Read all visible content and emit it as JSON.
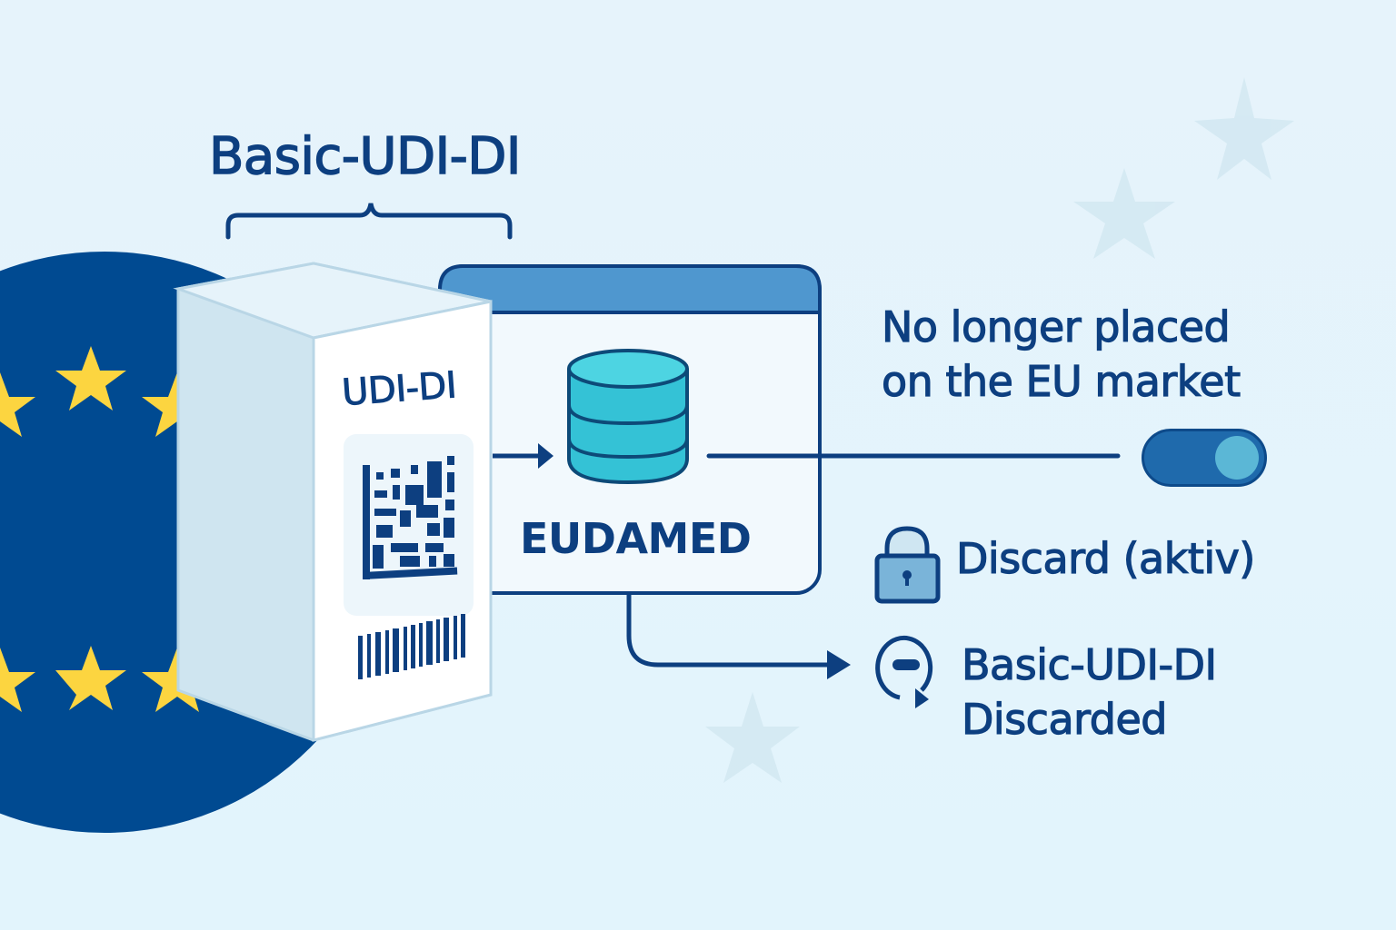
{
  "diagram": {
    "title": "Basic-UDI-DI",
    "product_label": "UDI-DI",
    "database_label": "EUDAMED",
    "status_text_line1": "No longer placed",
    "status_text_line2": "on the EU market",
    "toggle_state": "on",
    "discard_label": "Discard (aktiv)",
    "discarded_line1": "Basic-UDI-DI",
    "discarded_line2": "Discarded"
  },
  "icons": [
    "eu-flag-icon",
    "datamatrix-icon",
    "barcode-icon",
    "database-icon",
    "toggle-switch-icon",
    "lock-icon",
    "discard-cycle-icon",
    "arrow-icon"
  ],
  "colors": {
    "primary_navy": "#0d3f80",
    "eu_blue": "#004a91",
    "eu_star_yellow": "#fcd540",
    "database_cyan": "#38c6d9",
    "window_header_blue": "#4f97cf",
    "toggle_blue": "#1f6aac",
    "toggle_knob": "#5bb7d6",
    "background": "#e4f3fb"
  }
}
